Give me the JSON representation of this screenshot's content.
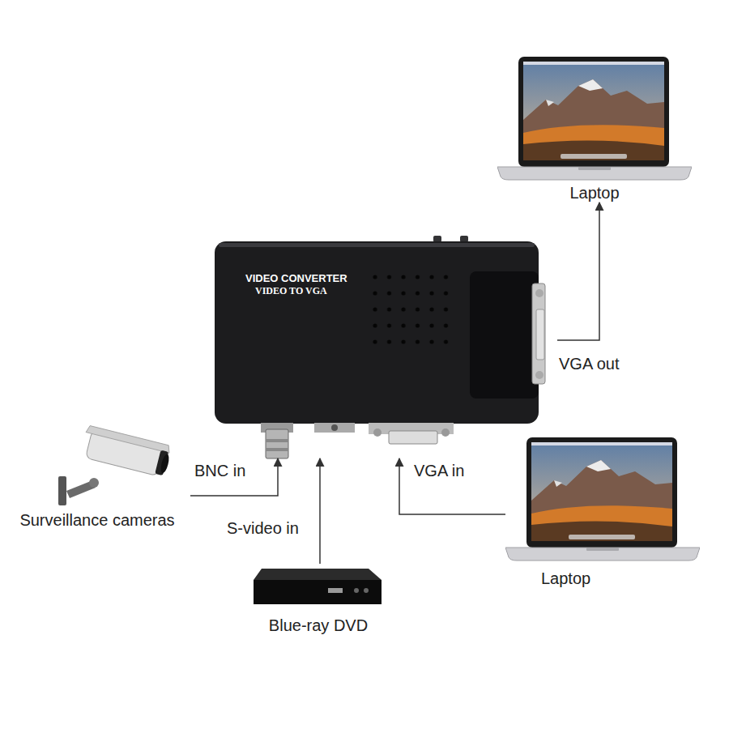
{
  "diagram": {
    "nodes": [
      {
        "text": [
          "Laptop"
        ]
      },
      {
        "text": [
          "VIDEO CONVERTER",
          "VIDEO TO VGA"
        ]
      },
      {
        "text": [
          "Surveillance cameras"
        ]
      },
      {
        "text": [
          "Laptop"
        ]
      },
      {
        "text": [
          "Blue-ray DVD"
        ]
      }
    ],
    "edges": [
      {
        "from": 1,
        "to": 0,
        "arrow": "to",
        "label": "VGA out"
      },
      {
        "from": 2,
        "to": 1,
        "arrow": "to",
        "label": "BNC in"
      },
      {
        "from": 4,
        "to": 1,
        "arrow": "to",
        "label": "S-video in"
      },
      {
        "from": 3,
        "to": 1,
        "arrow": "to",
        "label": "VGA in"
      }
    ]
  }
}
